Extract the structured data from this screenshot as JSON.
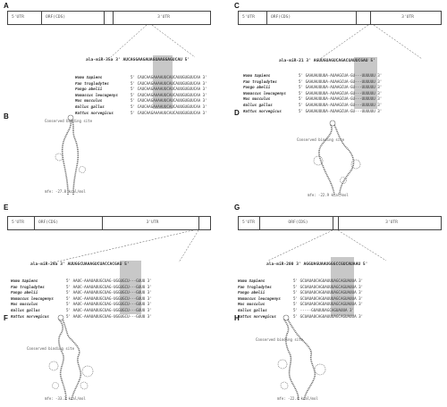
{
  "figure": {
    "panels": [
      {
        "letter": "A",
        "segments": [
          "5'UTR",
          "ORF(CDS)",
          "3'UTR"
        ],
        "mirna": "ala-miR-35a  3' AUCAGGAAGAUAGUAAGGAGUCAU 5'",
        "species": [
          {
            "name": "Homo Sapiens",
            "seq": "5' CAUCAAGAAAAUUCAUCAUUGUGUUCAA 3'"
          },
          {
            "name": "Pan troglodytes",
            "seq": "5' CAUCAAGAAAAUUCAUCAUUGUGUUCAA 3'"
          },
          {
            "name": "Pongo abelii",
            "seq": "5' CAUCAAGAAAAUUCAUCAUUGUGUUCAA 3'"
          },
          {
            "name": "Nomascus leucogenys",
            "seq": "5' CAUCAAGAAAAUUCAUCAUUGUGUUCAA 3'"
          },
          {
            "name": "Mus musculus",
            "seq": "5' CAUCAAGAAAAUUCAUCAUUGUGUUCAA 3'"
          },
          {
            "name": "Gallus gallus",
            "seq": "5' CAUCAAGAAAAUUCAUCAUUGUGUUCAA 3'"
          },
          {
            "name": "Rattus norvegicus",
            "seq": "5' CAUCAAGAAAAUUCAUCAUUGUGUUCAA 3'"
          }
        ],
        "sub_letter": "B",
        "hp_top": "Conserved binding site",
        "hp_bottom": "mfe: -27.8 kcal/mol"
      },
      {
        "letter": "C",
        "segments": [
          "5'UTR",
          "ORF(CDS)",
          "3'UTR"
        ],
        "mirna": "ala-miR-21   3' AGUUGUAGUCAGACUAUUCGAU 5'",
        "species": [
          {
            "name": "Homo Sapiens",
            "seq": "5' GAAUAUUUUA-AUAAGCUA-GU---UUUUUU 3'"
          },
          {
            "name": "Pan troglodytes",
            "seq": "5' GAAUAUUUUA-AUAAGCUA-GU---UUUUUU 3'"
          },
          {
            "name": "Pongo abelii",
            "seq": "5' GAAUAUUUUA-AUAAGCUA-GU---UUUUUU 3'"
          },
          {
            "name": "Nomascus leucogenys",
            "seq": "5' GAAUAUUUUA-AUAAGCUA-GU---UUUUUU 3'"
          },
          {
            "name": "Mus musculus",
            "seq": "5' GAAUAUUUUA-AUAAGCUA-GU---UUUUUU 3'"
          },
          {
            "name": "Gallus gallus",
            "seq": "5' GAAUAUUUUA-AUAAGCUA-GU---UUUUUU 3'"
          },
          {
            "name": "Rattus norvegicus",
            "seq": "5' GAAUAUUUUA-AUAAGCUA-GU---UUUUUU 3'"
          }
        ],
        "sub_letter": "D",
        "hp_top": "Conserved binding site",
        "hp_bottom": "mfe: -22.9 kcal/mol"
      },
      {
        "letter": "E",
        "segments": [
          "5'UTR",
          "ORF(CDS)",
          "3'UTR"
        ],
        "mirna": "ala-miR-29a  3' AUUGGCUAAAGUCUACCACGAU 5'",
        "species": [
          {
            "name": "Homo Sapiens",
            "seq": "5' AAUC-AAAUAUUGCUAG-UGGUGCU---GUUU 3'"
          },
          {
            "name": "Pan troglodytes",
            "seq": "5' AAUC-AAAUAUUGCUAG-UGGUGCU---GUUU 3'"
          },
          {
            "name": "Pongo abelii",
            "seq": "5' AAUC-AAAUAUUGCUAG-UGGUGCU---GUUU 3'"
          },
          {
            "name": "Nomascus leucogenys",
            "seq": "5' AAUC-AAAUAUUGCUAG-UGGUGCU---GUUU 3'"
          },
          {
            "name": "Mus musculus",
            "seq": "5' AAUC-AAAUAUUGCUAG-UGGUGCU---GUUU 3'"
          },
          {
            "name": "Gallus gallus",
            "seq": "5' AAUC-AAAUAUUGCUAG-UGGUGCU---GUUU 3'"
          },
          {
            "name": "Rattus norvegicus",
            "seq": "5' AAUC-AAAUAUUGCUAG-UGGUGCU---GUUU 3'"
          }
        ],
        "sub_letter": "F",
        "hp_top": "Conserved binding site",
        "hp_bottom": "mfe: -33.3 kcal/mol"
      },
      {
        "letter": "G",
        "segments": [
          "5'UTR",
          "ORF(CDS)",
          "3'UTR"
        ],
        "mirna": "ala-miR-200  3' AGGUAGUAAUGGGCCGUCAUAAU 5'",
        "species": [
          {
            "name": "Homo Sapiens",
            "seq": "5' GCUAUAUCAGUAUUUAGCAGUAUUA 3'"
          },
          {
            "name": "Pan troglodytes",
            "seq": "5' GCUAUAUCAGUAUUUAGCAGUAUUA 3'"
          },
          {
            "name": "Pongo abelii",
            "seq": "5' GCUAUAUCAGUAUUUAGCAGUAUUA 3'"
          },
          {
            "name": "Nomascus leucogenys",
            "seq": "5' GCUAUAUCAGUAUUUAGCAGUAUUA 3'"
          },
          {
            "name": "Mus musculus",
            "seq": "5' GCUAUAUCAGUAUUUAGCAGUAUUA 3'"
          },
          {
            "name": "Gallus gallus",
            "seq": "5' -----GUAUUUAGCAGUAUUA 3'"
          },
          {
            "name": "Rattus norvegicus",
            "seq": "5' GCUAUAUCAGUAUUUAGCAGUAUUA 3'"
          }
        ],
        "sub_letter": "H",
        "hp_top": "Conserved binding site",
        "hp_bottom": "mfe: -22.4 kcal/mol"
      }
    ]
  }
}
